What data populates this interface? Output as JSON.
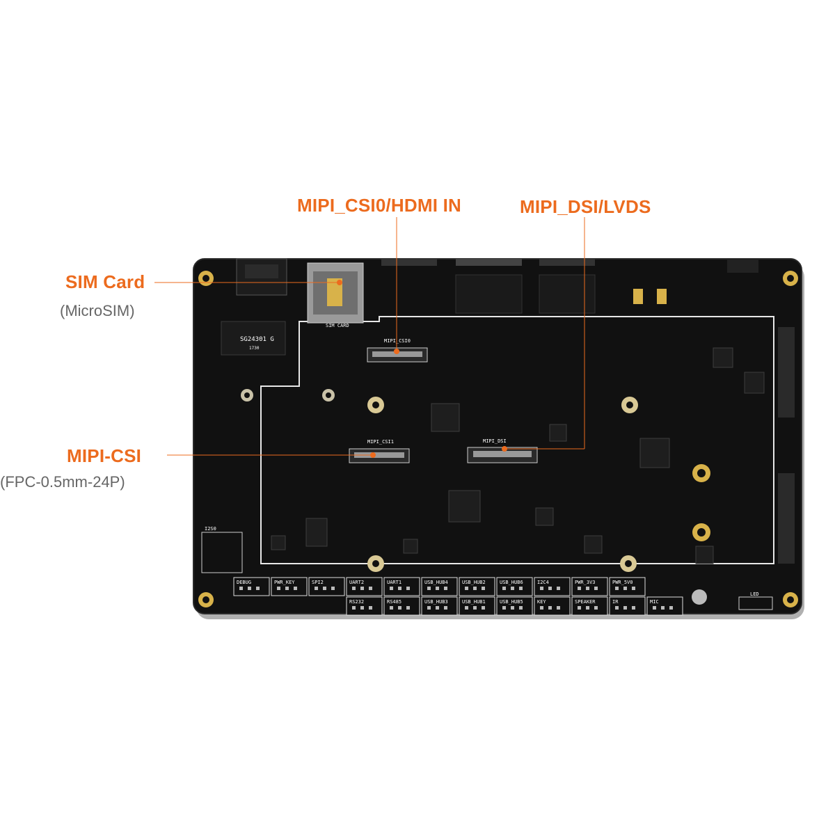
{
  "callouts": {
    "sim_card": {
      "title": "SIM Card",
      "subtitle": "(MicroSIM)"
    },
    "mipi_csi0": {
      "title": "MIPI_CSI0/HDMI IN"
    },
    "mipi_dsi": {
      "title": "MIPI_DSI/LVDS"
    },
    "mipi_csi": {
      "title": "MIPI-CSI",
      "subtitle": "(FPC-0.5mm-24P)"
    }
  },
  "board": {
    "silkscreen": {
      "sim_card": "SIM CARD",
      "mipi_csi0": "MIPI_CSI0",
      "mipi_csi1": "MIPI_CSI1",
      "mipi_dsi": "MIPI_DSI",
      "transformer": "SG24301 G",
      "transformer_code": "1730",
      "i2s0": "I2S0",
      "led": "LED"
    },
    "headers_top": [
      "DEBUG",
      "PWR_KEY",
      "SPI2",
      "UART2",
      "UART1",
      "USB_HUB4",
      "USB_HUB2",
      "USB_HUB6",
      "I2C4",
      "PWR_3V3",
      "PWR_5V0"
    ],
    "headers_bottom": [
      "RS232",
      "RS485",
      "USB_HUB3",
      "USB_HUB1",
      "USB_HUB5",
      "KEY",
      "SPEAKER",
      "IR",
      "MIC"
    ],
    "colors": {
      "pcb": "#121212",
      "callout": "#ec6b1e",
      "pad": "#d8b24a",
      "silk": "#ffffff"
    }
  }
}
